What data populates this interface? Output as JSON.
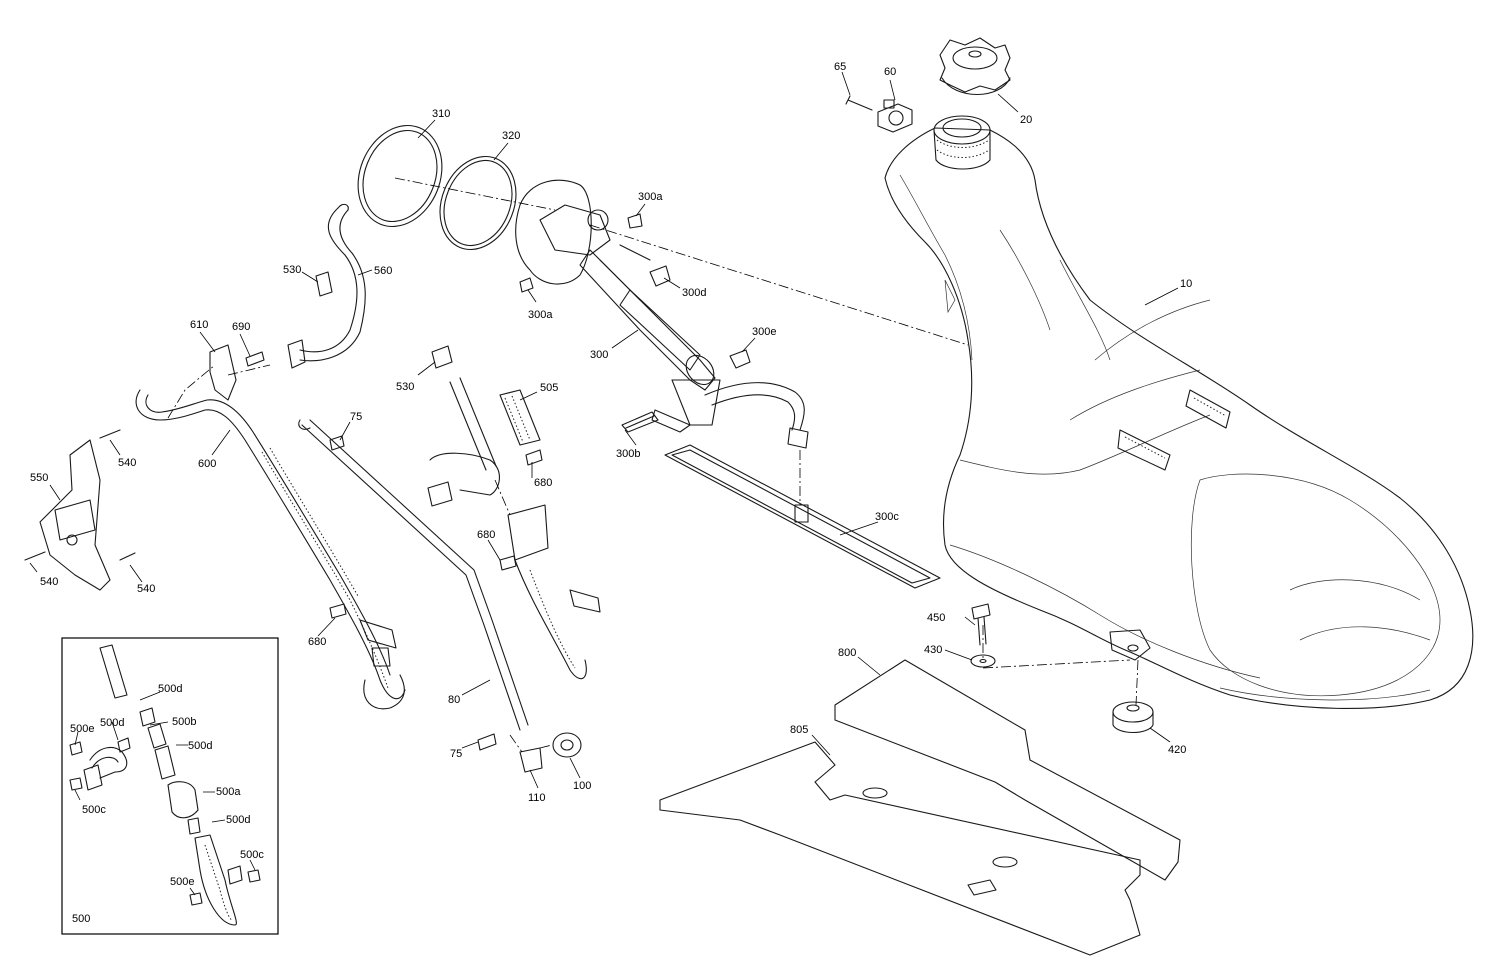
{
  "diagram": {
    "labels": {
      "l10": "10",
      "l20": "20",
      "l60": "60",
      "l65": "65",
      "l75a": "75",
      "l75b": "75",
      "l80": "80",
      "l100": "100",
      "l110": "110",
      "l300": "300",
      "l300a1": "300a",
      "l300a2": "300a",
      "l300b": "300b",
      "l300c": "300c",
      "l300d": "300d",
      "l300e": "300e",
      "l310": "310",
      "l320": "320",
      "l420": "420",
      "l430": "430",
      "l450": "450",
      "l500": "500",
      "l505": "505",
      "l530a": "530",
      "l530b": "530",
      "l540a": "540",
      "l540b": "540",
      "l540c": "540",
      "l550": "550",
      "l560": "560",
      "l600": "600",
      "l610": "610",
      "l680a": "680",
      "l680b": "680",
      "l680c": "680",
      "l690": "690",
      "l800": "800",
      "l805": "805"
    },
    "inset": {
      "label": "500",
      "labels": {
        "i500d1": "500d",
        "i500d2": "500d",
        "i500d3": "500d",
        "i500d4": "500d",
        "i500b": "500b",
        "i500a": "500a",
        "i500e1": "500e",
        "i500e2": "500e",
        "i500c1": "500c",
        "i500c2": "500c"
      }
    }
  }
}
